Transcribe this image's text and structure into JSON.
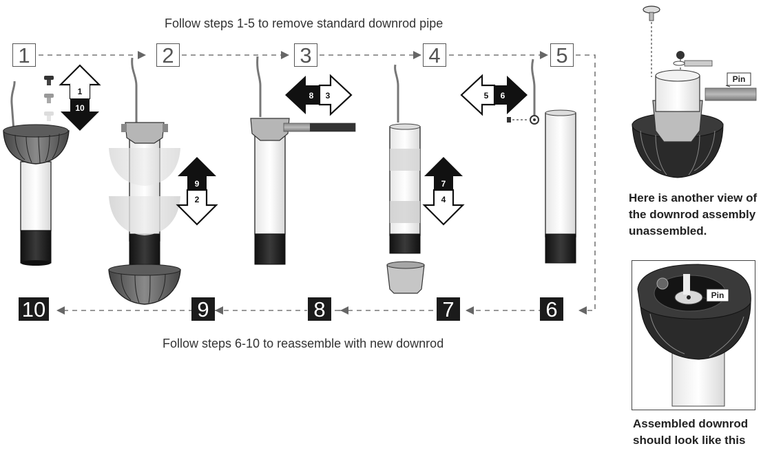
{
  "captions": {
    "top": "Follow steps 1-5 to remove standard downrod pipe",
    "bottom": "Follow steps 6-10 to reassemble with new downrod"
  },
  "steps_top": [
    "1",
    "2",
    "3",
    "4",
    "5"
  ],
  "steps_bottom": [
    "6",
    "7",
    "8",
    "9",
    "10"
  ],
  "arrow_labels": {
    "step1_up": "1",
    "step1_down": "10",
    "step2_up": "9",
    "step2_down": "2",
    "step3_left": "8",
    "step3_right": "3",
    "step4_up": "7",
    "step4_down": "4",
    "step5_left": "5",
    "step5_right": "6"
  },
  "side_panel": {
    "pin_label_top": "Pin",
    "pin_label_bottom": "Pin",
    "note_top_lines": [
      "Here is another view of",
      "the downrod assembly",
      "unassembled."
    ],
    "note_bottom_lines": [
      "Assembled downrod",
      "should look like this"
    ]
  }
}
